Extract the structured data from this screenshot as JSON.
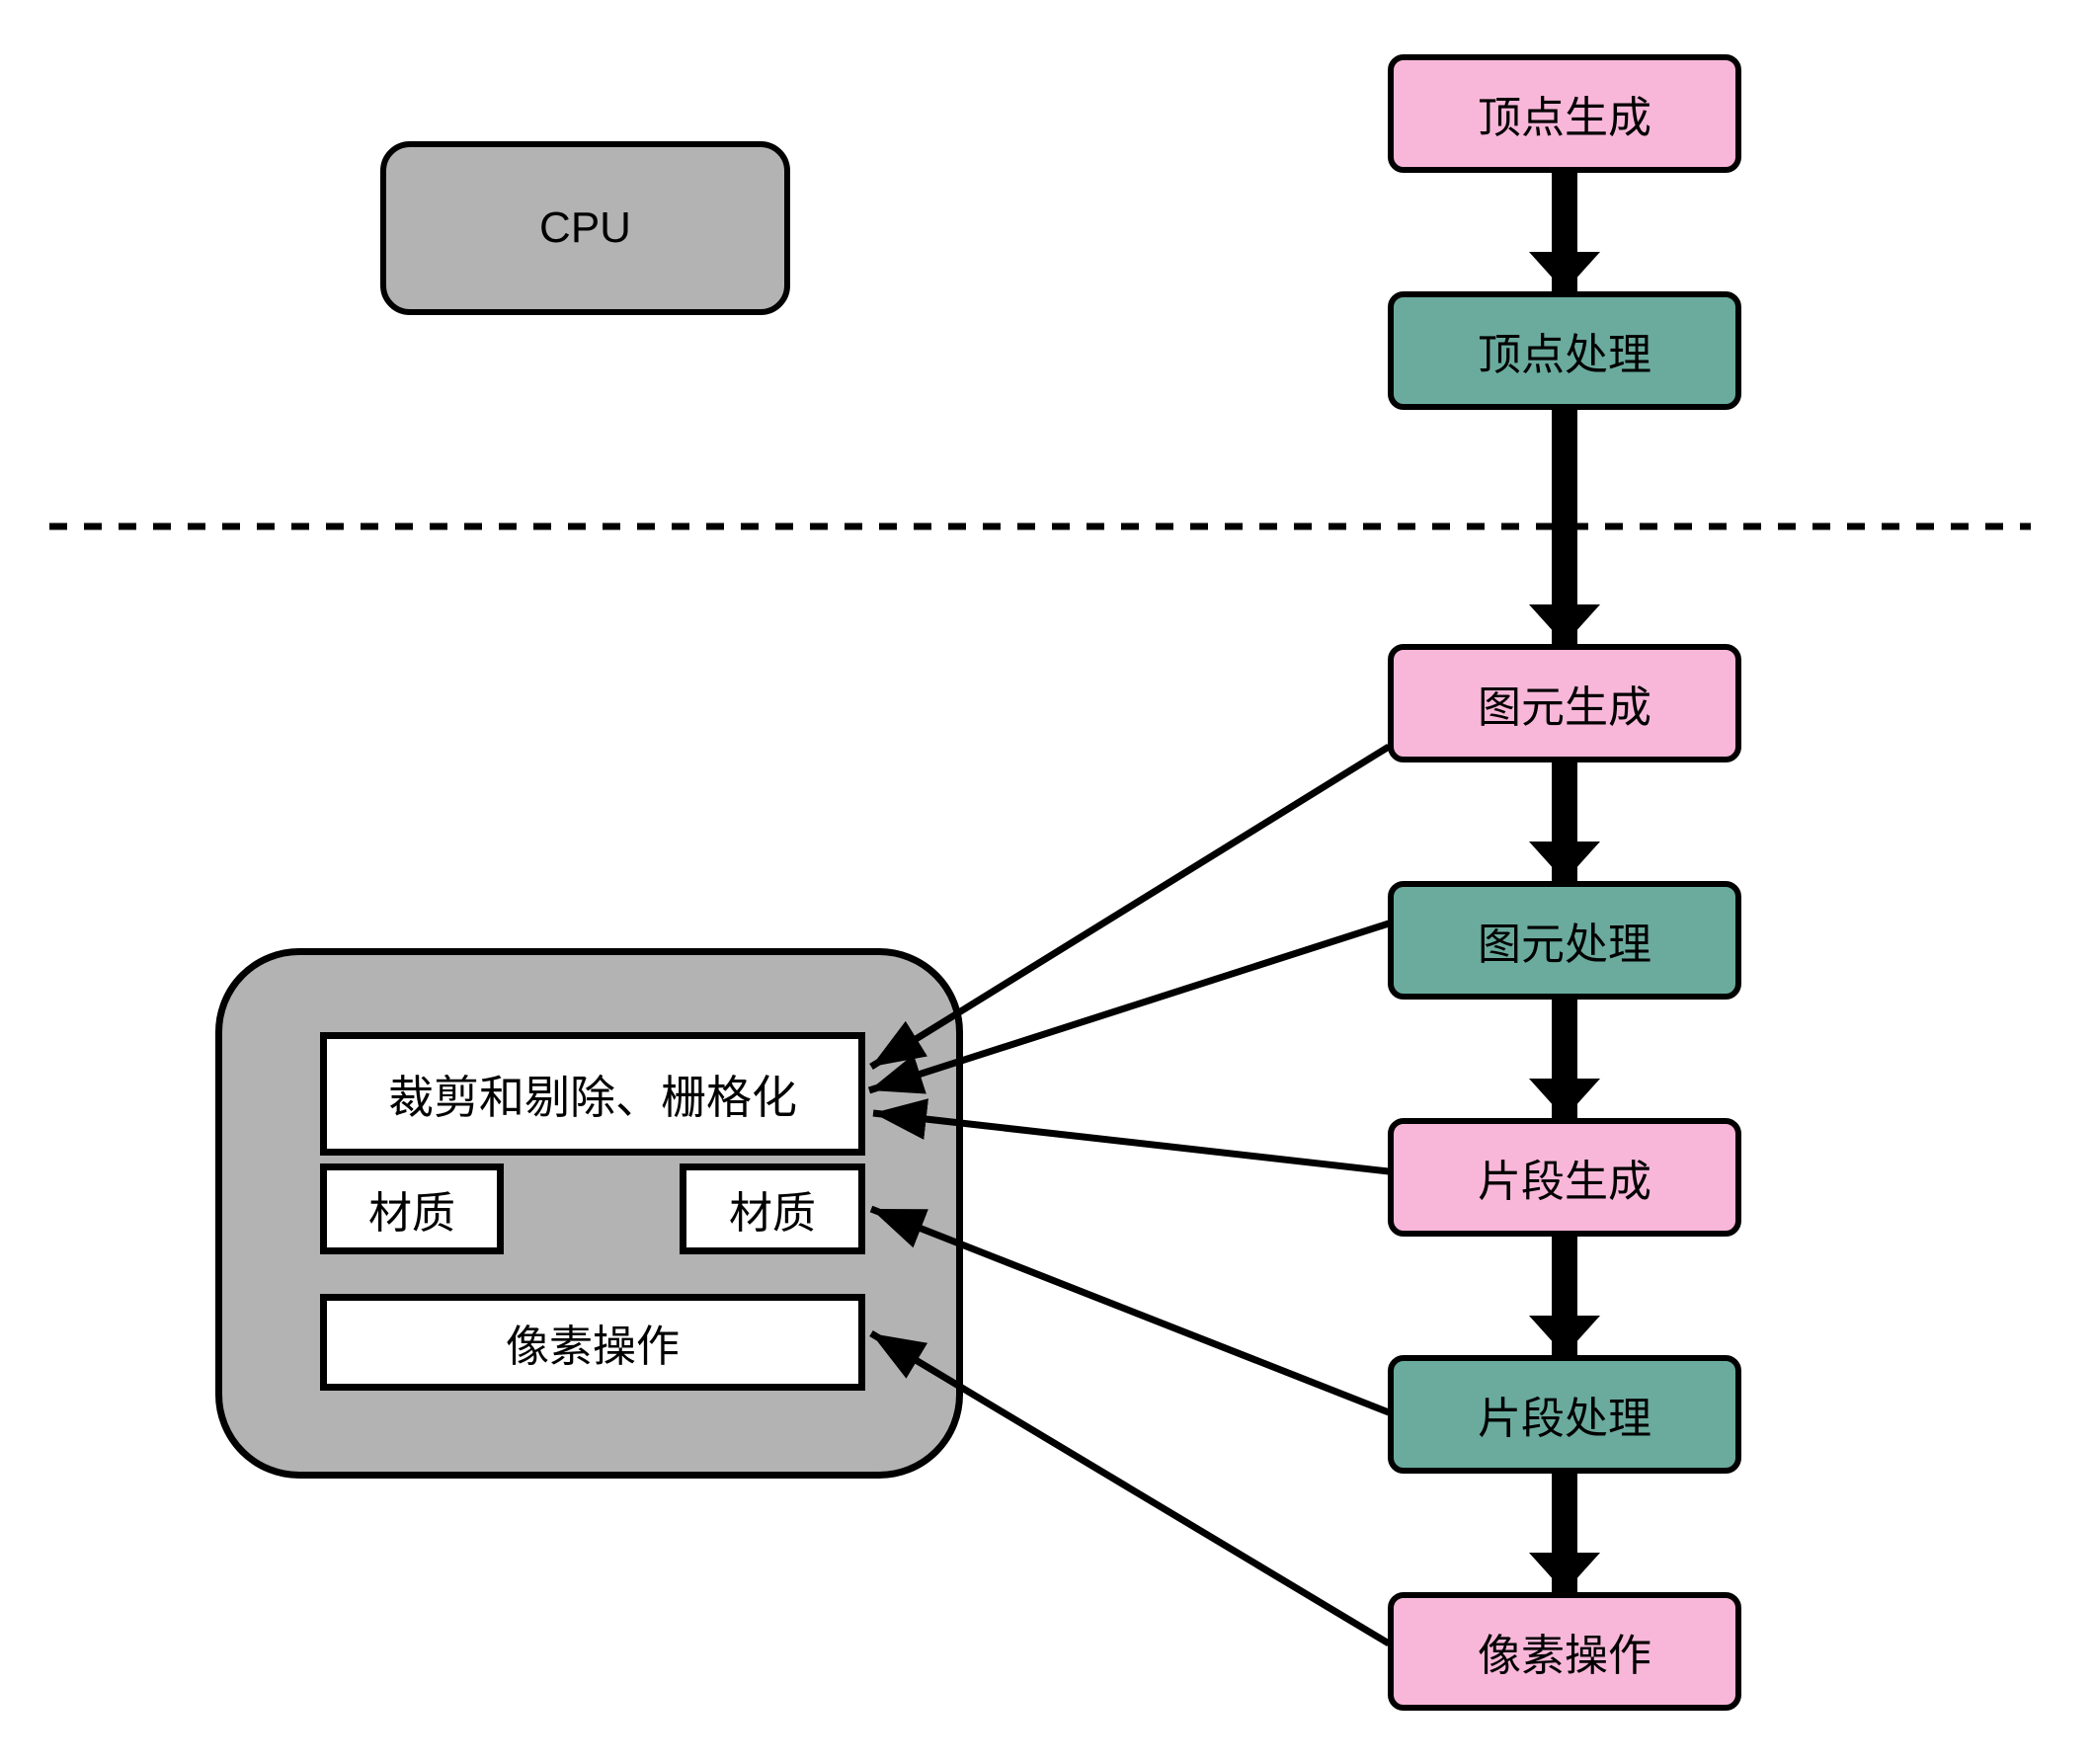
{
  "diagram": {
    "cpu": {
      "label": "CPU"
    },
    "separator": {
      "style": "dashed",
      "meaning": "cpu-gpu-boundary"
    },
    "pipeline": {
      "nodes": [
        {
          "id": "vertex-generation",
          "label": "顶点生成",
          "color": "pink"
        },
        {
          "id": "vertex-processing",
          "label": "顶点处理",
          "color": "teal"
        },
        {
          "id": "primitive-generation",
          "label": "图元生成",
          "color": "pink"
        },
        {
          "id": "primitive-processing",
          "label": "图元处理",
          "color": "teal"
        },
        {
          "id": "fragment-generation",
          "label": "片段生成",
          "color": "pink"
        },
        {
          "id": "fragment-processing",
          "label": "片段处理",
          "color": "teal"
        },
        {
          "id": "pixel-operations",
          "label": "像素操作",
          "color": "pink"
        }
      ]
    },
    "gpu_block": {
      "boxes": [
        {
          "id": "clip-cull-rasterize",
          "label": "裁剪和剔除、栅格化"
        },
        {
          "id": "texture-left",
          "label": "材质"
        },
        {
          "id": "texture-right",
          "label": "材质"
        },
        {
          "id": "pixel-ops",
          "label": "像素操作"
        }
      ]
    },
    "edges": {
      "flow": [
        [
          "vertex-generation",
          "vertex-processing"
        ],
        [
          "vertex-processing",
          "primitive-generation"
        ],
        [
          "primitive-generation",
          "primitive-processing"
        ],
        [
          "primitive-processing",
          "fragment-generation"
        ],
        [
          "fragment-generation",
          "fragment-processing"
        ],
        [
          "fragment-processing",
          "pixel-operations"
        ]
      ],
      "cross_links": [
        {
          "from": "primitive-generation",
          "to": "clip-cull-rasterize"
        },
        {
          "from": "primitive-processing",
          "to": "clip-cull-rasterize"
        },
        {
          "from": "fragment-generation",
          "to": "clip-cull-rasterize"
        },
        {
          "from": "fragment-processing",
          "to": "texture-right"
        },
        {
          "from": "pixel-operations",
          "to": "pixel-ops"
        }
      ]
    },
    "colors": {
      "pink": "#f8b7d9",
      "teal": "#6aab9e",
      "gray": "#b3b3b3",
      "line": "#000000",
      "background": "#ffffff"
    }
  }
}
